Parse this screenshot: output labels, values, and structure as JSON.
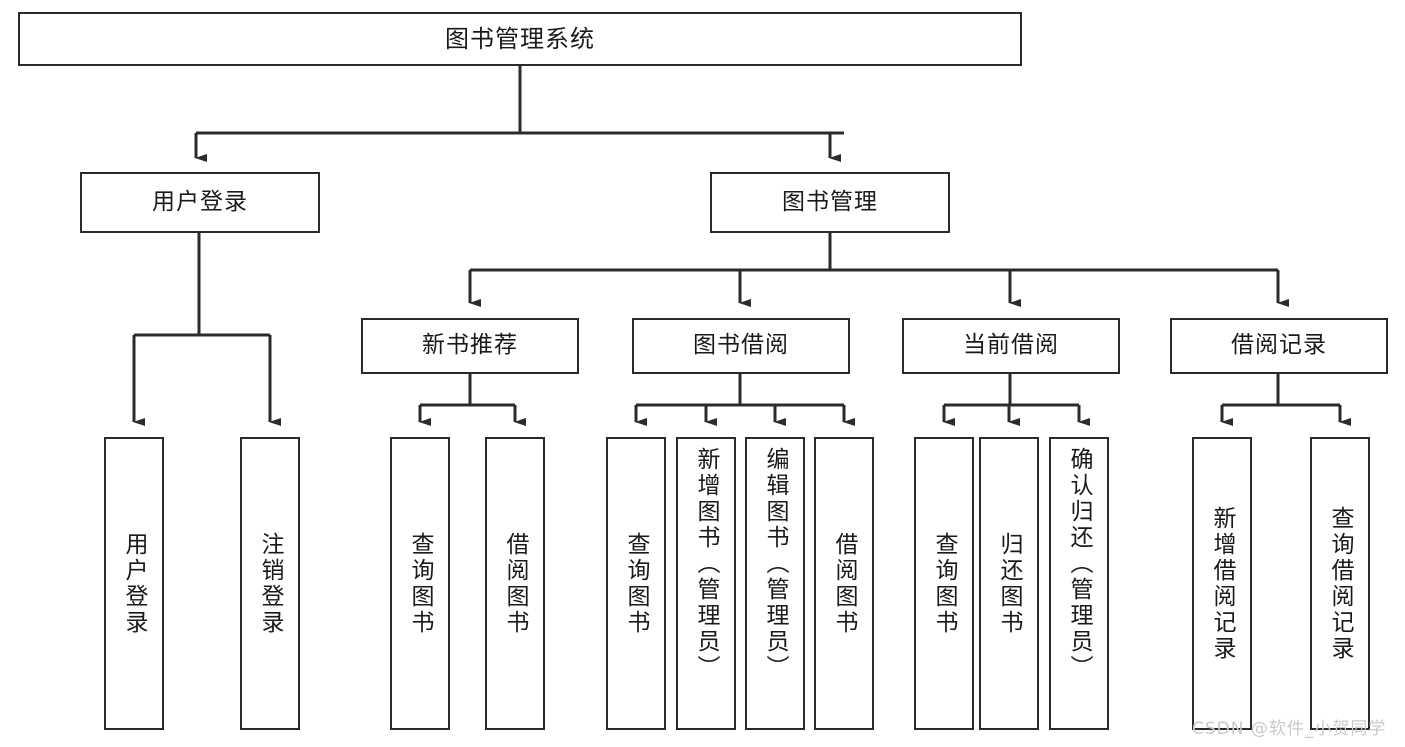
{
  "diagram": {
    "title": "图书管理系统",
    "type": "tree-hierarchy-diagram",
    "root": {
      "label": "图书管理系统"
    },
    "level2": [
      {
        "label": "用户登录"
      },
      {
        "label": "图书管理"
      }
    ],
    "level3": [
      {
        "label": "新书推荐"
      },
      {
        "label": "图书借阅"
      },
      {
        "label": "当前借阅"
      },
      {
        "label": "借阅记录"
      }
    ],
    "leaves": {
      "user_login": [
        {
          "label": "用户登录"
        },
        {
          "label": "注销登录"
        }
      ],
      "new_book_recommend": [
        {
          "label": "查询图书"
        },
        {
          "label": "借阅图书"
        }
      ],
      "book_borrow": [
        {
          "label": "查询图书"
        },
        {
          "label": "新增图书（管理员）"
        },
        {
          "label": "编辑图书（管理员）"
        },
        {
          "label": "借阅图书"
        }
      ],
      "current_borrow": [
        {
          "label": "查询图书"
        },
        {
          "label": "归还图书"
        },
        {
          "label": "确认归还（管理员）"
        }
      ],
      "borrow_record": [
        {
          "label": "新增借阅记录"
        },
        {
          "label": "查询借阅记录"
        }
      ]
    }
  },
  "watermark": {
    "text": "CSDN @软件_小贺同学"
  },
  "colors": {
    "line": "#2b2b2b",
    "box_fill": "#ffffff",
    "text": "#1a1a1a",
    "watermark": "#c9c9c9"
  }
}
